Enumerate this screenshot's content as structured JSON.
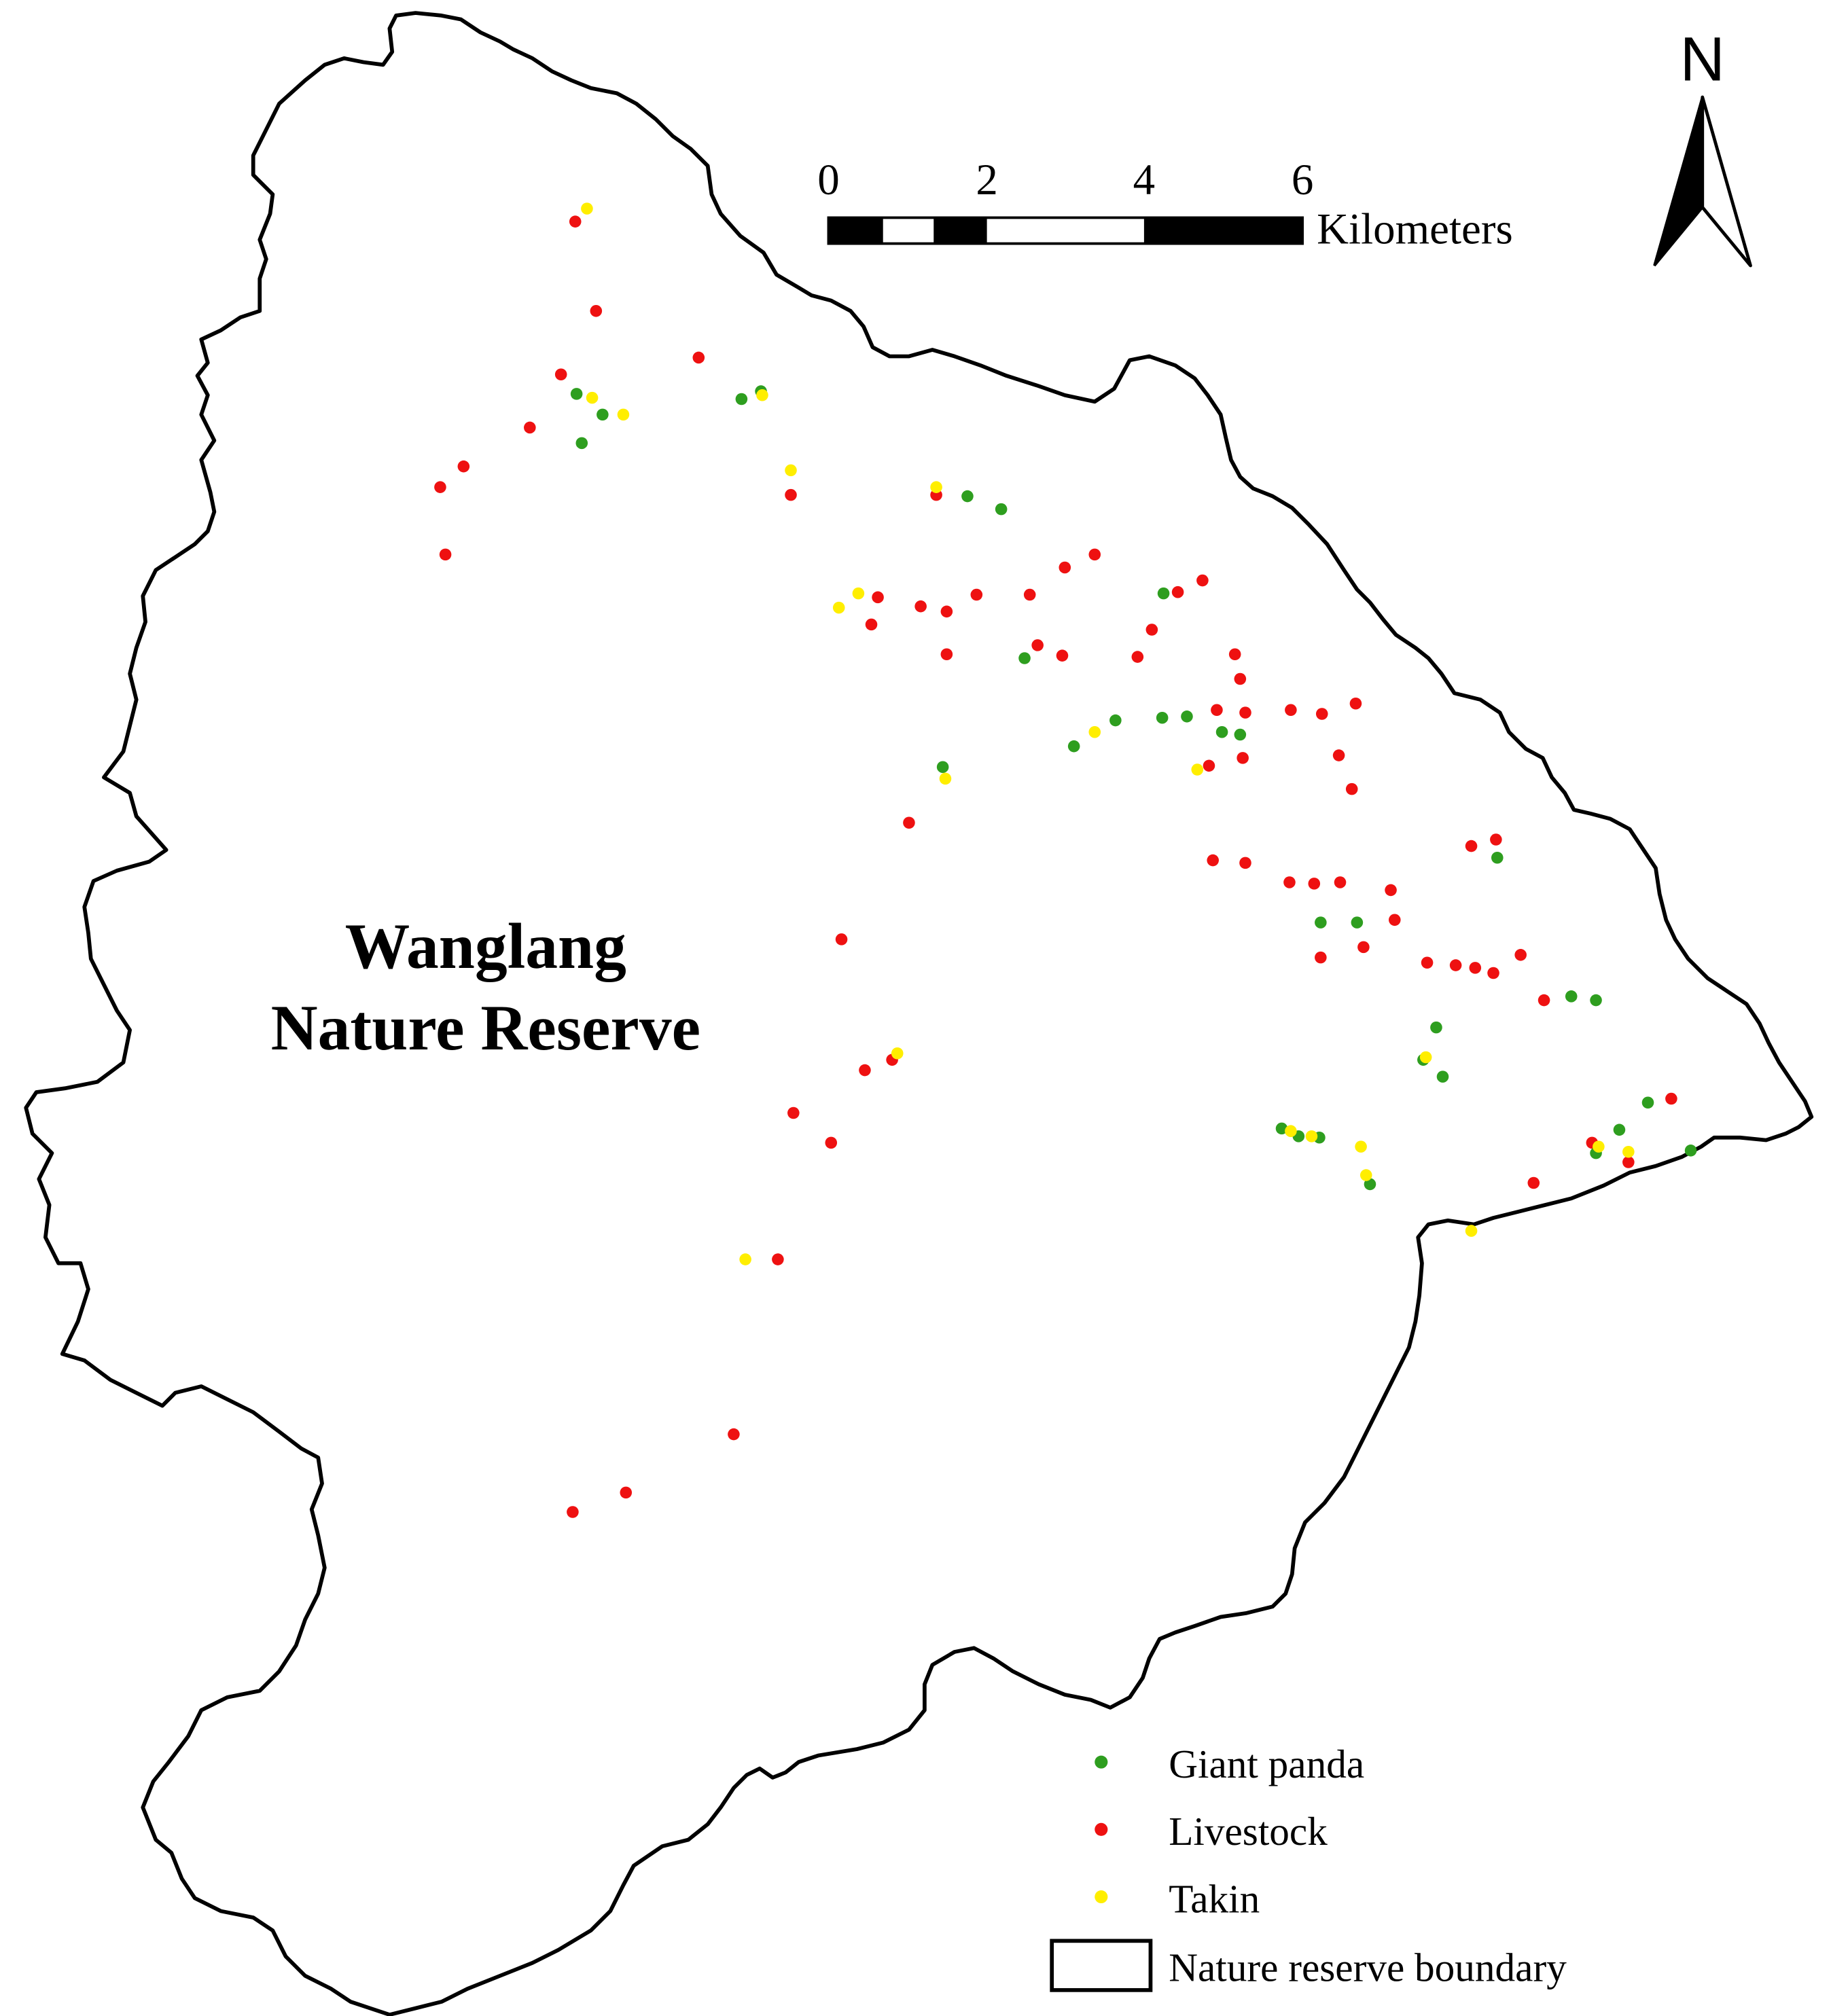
{
  "map": {
    "title_line1": "Wanglang",
    "title_line2": "Nature Reserve",
    "north_label": "N",
    "scale_bar": {
      "tick_labels": [
        "0",
        "2",
        "4",
        "6"
      ],
      "unit": "Kilometers"
    },
    "legend": {
      "items": [
        {
          "key": "panda",
          "label": "Giant panda",
          "color": "#2e9e1f"
        },
        {
          "key": "livestock",
          "label": "Livestock",
          "color": "#ee1111"
        },
        {
          "key": "takin",
          "label": "Takin",
          "color": "#ffee00"
        },
        {
          "key": "boundary",
          "label": "Nature reserve boundary",
          "color": "#000000"
        }
      ]
    },
    "colors": {
      "panda": "#2e9e1f",
      "livestock": "#ee1111",
      "takin": "#ffee00",
      "boundary": "#000000",
      "background": "#ffffff"
    }
  }
}
